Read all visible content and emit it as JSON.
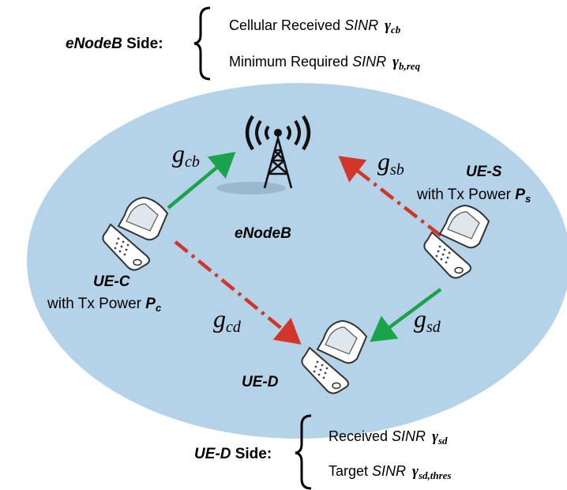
{
  "enodeb_side": {
    "label_italic": "eNodeB",
    "label_rest": " Side:",
    "line1": {
      "text": "Cellular Received ",
      "sinr": "SINR",
      "symbol": "γ",
      "subscript": "cb"
    },
    "line2": {
      "text": "Minimum Required ",
      "sinr": "SINR",
      "symbol": "γ",
      "subscript": "b,req"
    }
  },
  "ued_side": {
    "label_italic": "UE-D",
    "label_rest": " Side:",
    "line1": {
      "text": "Received ",
      "sinr": "SINR",
      "symbol": "γ",
      "subscript": "sd"
    },
    "line2": {
      "text": "Target ",
      "sinr": "SINR",
      "symbol": "γ",
      "subscript": "sd,thres"
    }
  },
  "nodes": {
    "enodeb": "eNodeB",
    "ue_s": {
      "name": "UE-S",
      "power_text": "with Tx Power ",
      "power_symbol": "P",
      "power_sub": "s"
    },
    "ue_c": {
      "name": "UE-C",
      "power_text": "with Tx Power ",
      "power_symbol": "P",
      "power_sub": "c"
    },
    "ue_d": {
      "name": "UE-D"
    }
  },
  "gains": {
    "cb": {
      "symbol": "g",
      "sub": "cb"
    },
    "sb": {
      "symbol": "g",
      "sub": "sb"
    },
    "cd": {
      "symbol": "g",
      "sub": "cd"
    },
    "sd": {
      "symbol": "g",
      "sub": "sd"
    }
  },
  "colors": {
    "cell_fill": "#b4d2e8",
    "signal_link": "#1aa34a",
    "interference_link": "#d0362a",
    "text": "#000000"
  }
}
